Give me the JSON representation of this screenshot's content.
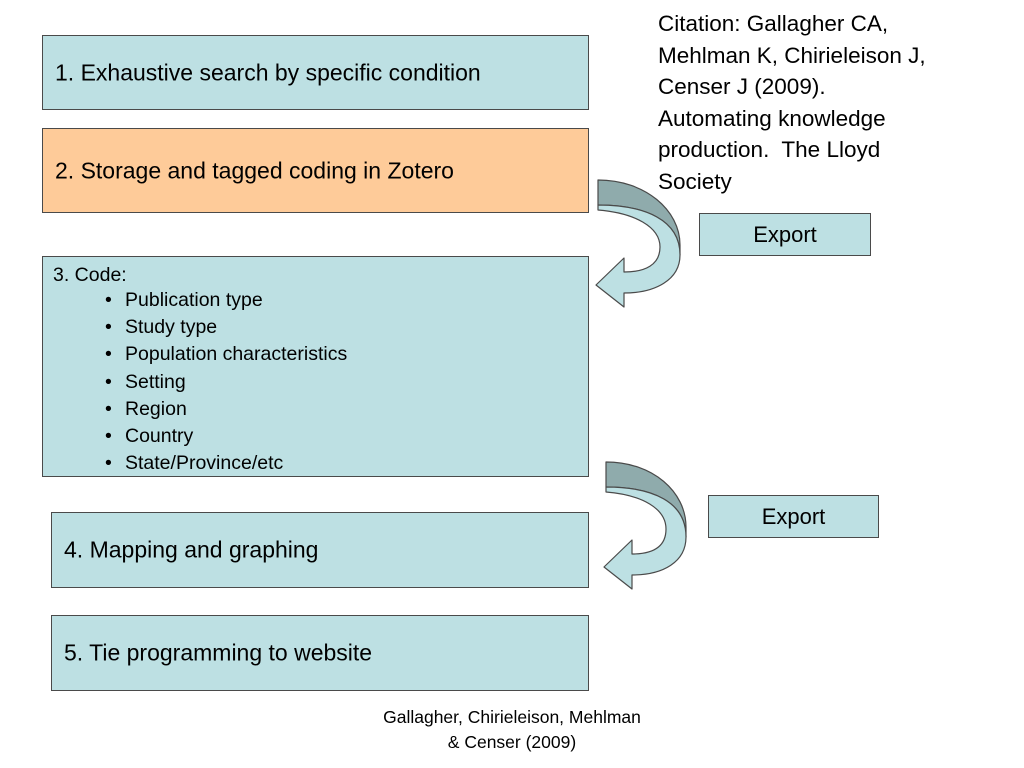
{
  "steps": [
    {
      "label": "1. Exhaustive search by specific condition"
    },
    {
      "label": "2. Storage and tagged coding in Zotero"
    },
    {
      "label": "3. Code:",
      "items": [
        "Publication type",
        "Study type",
        "Population characteristics",
        "Setting",
        "Region",
        "Country",
        "State/Province/etc"
      ]
    },
    {
      "label": "4. Mapping and graphing"
    },
    {
      "label": "5. Tie programming to website"
    }
  ],
  "bullet_char": "•",
  "exports": [
    {
      "label": "Export"
    },
    {
      "label": "Export"
    }
  ],
  "citation": {
    "line1": "Citation: Gallagher CA,",
    "line2": "Mehlman K, Chirieleison J,",
    "line3": "Censer J (2009).",
    "line4": "Automating knowledge",
    "line5": "production.  The Lloyd",
    "line6": "Society"
  },
  "footer": {
    "line1": "Gallagher, Chirieleison, Mehlman",
    "line2": "& Censer (2009)"
  },
  "colors": {
    "box_fill": "#bde0e3",
    "highlight_fill": "#fecb99",
    "arrow_back": "#8fabac",
    "arrow_front": "#bde0e3",
    "border": "#4a4a4a"
  }
}
